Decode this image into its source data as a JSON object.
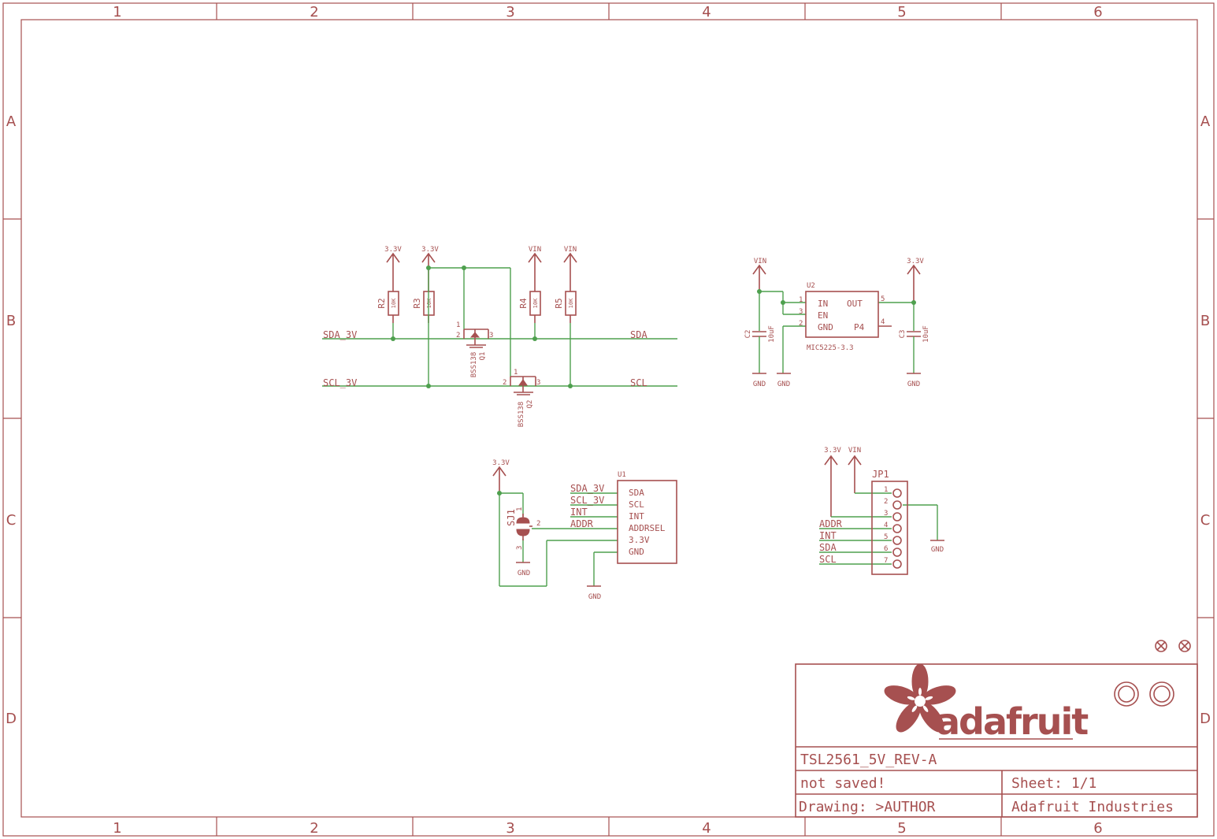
{
  "frame": {
    "columns": [
      "1",
      "2",
      "3",
      "4",
      "5",
      "6"
    ],
    "rows": [
      "A",
      "B",
      "C",
      "D"
    ]
  },
  "level_shifter": {
    "supply_labels": {
      "r2": "3.3V",
      "r3": "3.3V",
      "r4": "VIN",
      "r5": "VIN"
    },
    "resistors": [
      {
        "ref": "R2",
        "value": "10K"
      },
      {
        "ref": "R3",
        "value": "10K"
      },
      {
        "ref": "R4",
        "value": "10K"
      },
      {
        "ref": "R5",
        "value": "10K"
      }
    ],
    "nets": {
      "sda_low": "SDA_3V",
      "scl_low": "SCL_3V",
      "sda_high": "SDA",
      "scl_high": "SCL"
    },
    "mosfets": [
      {
        "part": "BSS138",
        "ref": "Q1",
        "pins": [
          "1",
          "2",
          "3"
        ]
      },
      {
        "part": "BSS138",
        "ref": "Q2",
        "pins": [
          "1",
          "2",
          "3"
        ]
      }
    ]
  },
  "regulator": {
    "ref": "U2",
    "part": "MIC5225-3.3",
    "vin_label": "VIN",
    "vout_label": "3.3V",
    "pins_left": [
      {
        "num": "1",
        "name": "IN"
      },
      {
        "num": "3",
        "name": "EN"
      },
      {
        "num": "2",
        "name": "GND"
      }
    ],
    "pins_right": [
      {
        "num": "5",
        "name": "OUT"
      },
      {
        "num": "4",
        "name": "P4"
      }
    ],
    "caps": [
      {
        "ref": "C2",
        "value": "10uF"
      },
      {
        "ref": "C3",
        "value": "10uF"
      }
    ],
    "gnd_label": "GND"
  },
  "sensor": {
    "ref": "U1",
    "supply_label": "3.3V",
    "jumper_ref": "SJ1",
    "jumper_pins": [
      "1",
      "2",
      "3"
    ],
    "pins": [
      "SDA",
      "SCL",
      "INT",
      "ADDRSEL",
      "3.3V",
      "GND"
    ],
    "nets": [
      "SDA_3V",
      "SCL_3V",
      "INT",
      "ADDR"
    ],
    "gnd_label": "GND"
  },
  "header": {
    "ref": "JP1",
    "supply_labels": [
      "3.3V",
      "VIN"
    ],
    "pin_numbers": [
      "1",
      "2",
      "3",
      "4",
      "5",
      "6",
      "7"
    ],
    "nets": [
      "ADDR",
      "INT",
      "SDA",
      "SCL"
    ],
    "gnd_label": "GND"
  },
  "title_block": {
    "brand": "adafruit",
    "title": "TSL2561_5V_REV-A",
    "status": "not saved!",
    "sheet": "Sheet: 1/1",
    "drawing": "Drawing: >AUTHOR",
    "company": "Adafruit Industries"
  },
  "colors": {
    "component": "#a65050",
    "wire": "#4ea04e",
    "background": "#ffffff"
  }
}
